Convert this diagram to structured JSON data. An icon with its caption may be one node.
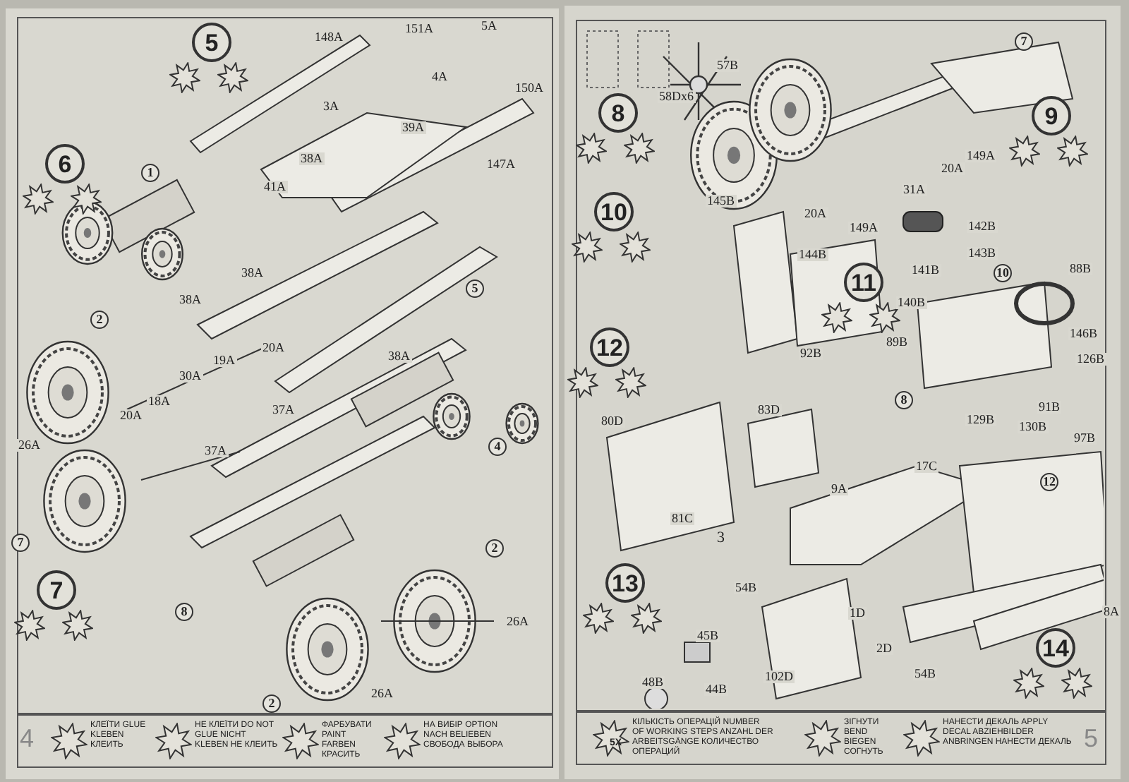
{
  "diagram": {
    "nodes": [
      {
        "text": [
          "5"
        ]
      },
      {
        "text": [
          "6"
        ]
      },
      {
        "text": [
          "7"
        ]
      },
      {
        "text": [
          "8"
        ]
      },
      {
        "text": [
          "9"
        ]
      },
      {
        "text": [
          "10"
        ]
      },
      {
        "text": [
          "11"
        ]
      },
      {
        "text": [
          "12"
        ]
      },
      {
        "text": [
          "13"
        ]
      },
      {
        "text": [
          "14"
        ]
      }
    ],
    "labels": [
      "148A",
      "151A",
      "5A",
      "4A",
      "150A",
      "3A",
      "39A",
      "38A",
      "147A",
      "41A",
      "1",
      "38A",
      "38A",
      "5",
      "2",
      "20A",
      "38A",
      "19A",
      "30A",
      "18A",
      "20A",
      "37A",
      "26A",
      "37A",
      "4",
      "7",
      "2",
      "8",
      "26A",
      "26A",
      "2",
      "57B",
      "58Dx6",
      "7",
      "149A",
      "20A",
      "31A",
      "20A",
      "149A",
      "142B",
      "145B",
      "144B",
      "143B",
      "141B",
      "10",
      "88B",
      "140B",
      "146B",
      "126B",
      "89B",
      "92B",
      "8",
      "91B",
      "129B",
      "130B",
      "97B",
      "83D",
      "80D",
      "81C",
      "17C",
      "9A",
      "12",
      "3",
      "54B",
      "1D",
      "8A",
      "2D",
      "102D",
      "45B",
      "54B",
      "48B",
      "44B",
      "4",
      "5X",
      "5"
    ],
    "legend": [
      {
        "text": "КЛЕЇТИ GLUE KLEBEN КЛЕИТЬ"
      },
      {
        "text": "НЕ КЛЕЇТИ DO NOT GLUE NICHT KLEBEN НЕ КЛЕИТЬ"
      },
      {
        "text": "ФАРБУВАТИ PAINT FARBEN КРАСИТЬ"
      },
      {
        "text": "НА ВИБІР OPTION NACH BELIEBEN СВОБОДА ВЫБОРА"
      },
      {
        "text": "КІЛЬКІСТЬ ОПЕРАЦІЙ NUMBER OF WORKING STEPS ANZAHL DER ARBEITSGÄNGE КОЛИЧЕСТВО ОПЕРАЦИЙ"
      },
      {
        "text": "ЗІГНУТИ BEND BIEGEN СОГНУТЬ"
      },
      {
        "text": "НАНЕСТИ ДЕКАЛЬ APPLY DECAL ABZIEHBILDER ANBRINGEN НАНЕСТИ ДЕКАЛЬ"
      }
    ]
  }
}
